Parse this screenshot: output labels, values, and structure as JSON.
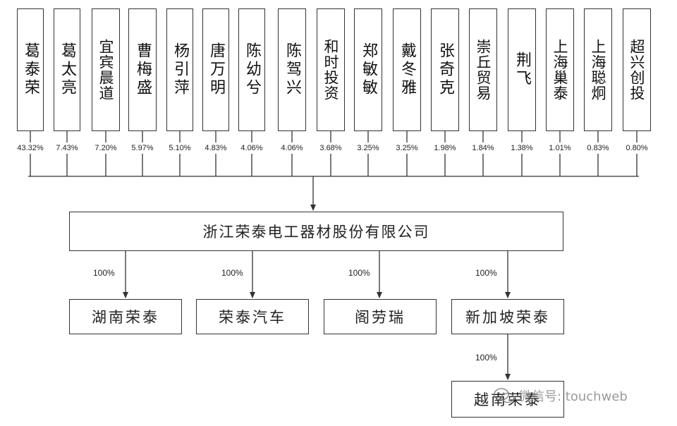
{
  "shareholders": [
    {
      "name": "葛泰荣",
      "pct": "43.32%"
    },
    {
      "name": "葛太亮",
      "pct": "7.43%"
    },
    {
      "name": "宜宾晨道",
      "pct": "7.20%"
    },
    {
      "name": "曹梅盛",
      "pct": "5.97%"
    },
    {
      "name": "杨引萍",
      "pct": "5.10%"
    },
    {
      "name": "唐万明",
      "pct": "4.83%"
    },
    {
      "name": "陈幼兮",
      "pct": "4.06%"
    },
    {
      "name": "陈驾兴",
      "pct": "4.06%"
    },
    {
      "name": "和时投资",
      "pct": "3.68%"
    },
    {
      "name": "郑敏敏",
      "pct": "3.25%"
    },
    {
      "name": "戴冬雅",
      "pct": "3.25%"
    },
    {
      "name": "张奇克",
      "pct": "1.98%"
    },
    {
      "name": "崇丘贸易",
      "pct": "1.84%"
    },
    {
      "name": "荆飞",
      "pct": "1.38%"
    },
    {
      "name": "上海巢泰",
      "pct": "1.01%"
    },
    {
      "name": "上海聪炯",
      "pct": "0.83%"
    },
    {
      "name": "超兴创投",
      "pct": "0.80%"
    }
  ],
  "company": {
    "name": "浙江荣泰电工器材股份有限公司"
  },
  "subsidiaries": [
    {
      "name": "湖南荣泰",
      "pct": "100%"
    },
    {
      "name": "荣泰汽车",
      "pct": "100%"
    },
    {
      "name": "阁劳瑞",
      "pct": "100%"
    },
    {
      "name": "新加坡荣泰",
      "pct": "100%"
    }
  ],
  "second_level": {
    "name": "越南荣泰",
    "pct": "100%"
  },
  "watermark": {
    "text": "微信号: touchweb",
    "icon": "wechat-icon"
  }
}
